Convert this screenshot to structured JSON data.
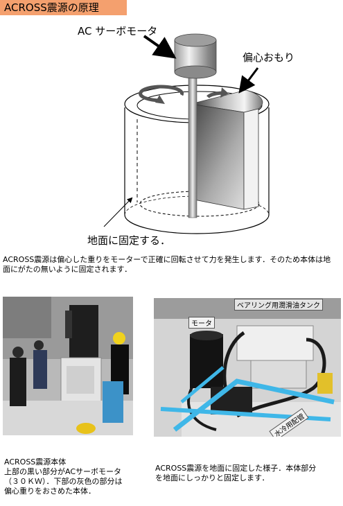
{
  "title": "ACROSS震源の原理",
  "diagram": {
    "label_motor": "AC サーボモータ",
    "label_weight": "偏心おもり",
    "label_ground": "地面に固定する．"
  },
  "principle_text": "ACROSS震源は偏心した重りをモーターで正確に回転させて力を発生します．そのため本体は地面にがたの無いように固定されます．",
  "left_photo": {
    "caption_lines": [
      "ACROSS震源本体",
      "上部の黒い部分がACサーボモータ",
      "（３０ＫＷ）．下部の灰色の部分は",
      "偏心重りをおさめた本体．"
    ]
  },
  "right_photo": {
    "label_bearing": "ベアリング用潤滑油タンク",
    "label_motor": "モータ",
    "label_water": "水冷用配管",
    "caption_lines": [
      "ACROSS震源を地面に固定した様子．本体部分",
      "を地面にしっかりと固定します．"
    ]
  },
  "colors": {
    "title_bg": "#f4a06e",
    "pipe_blue": "#3fb7e8"
  }
}
